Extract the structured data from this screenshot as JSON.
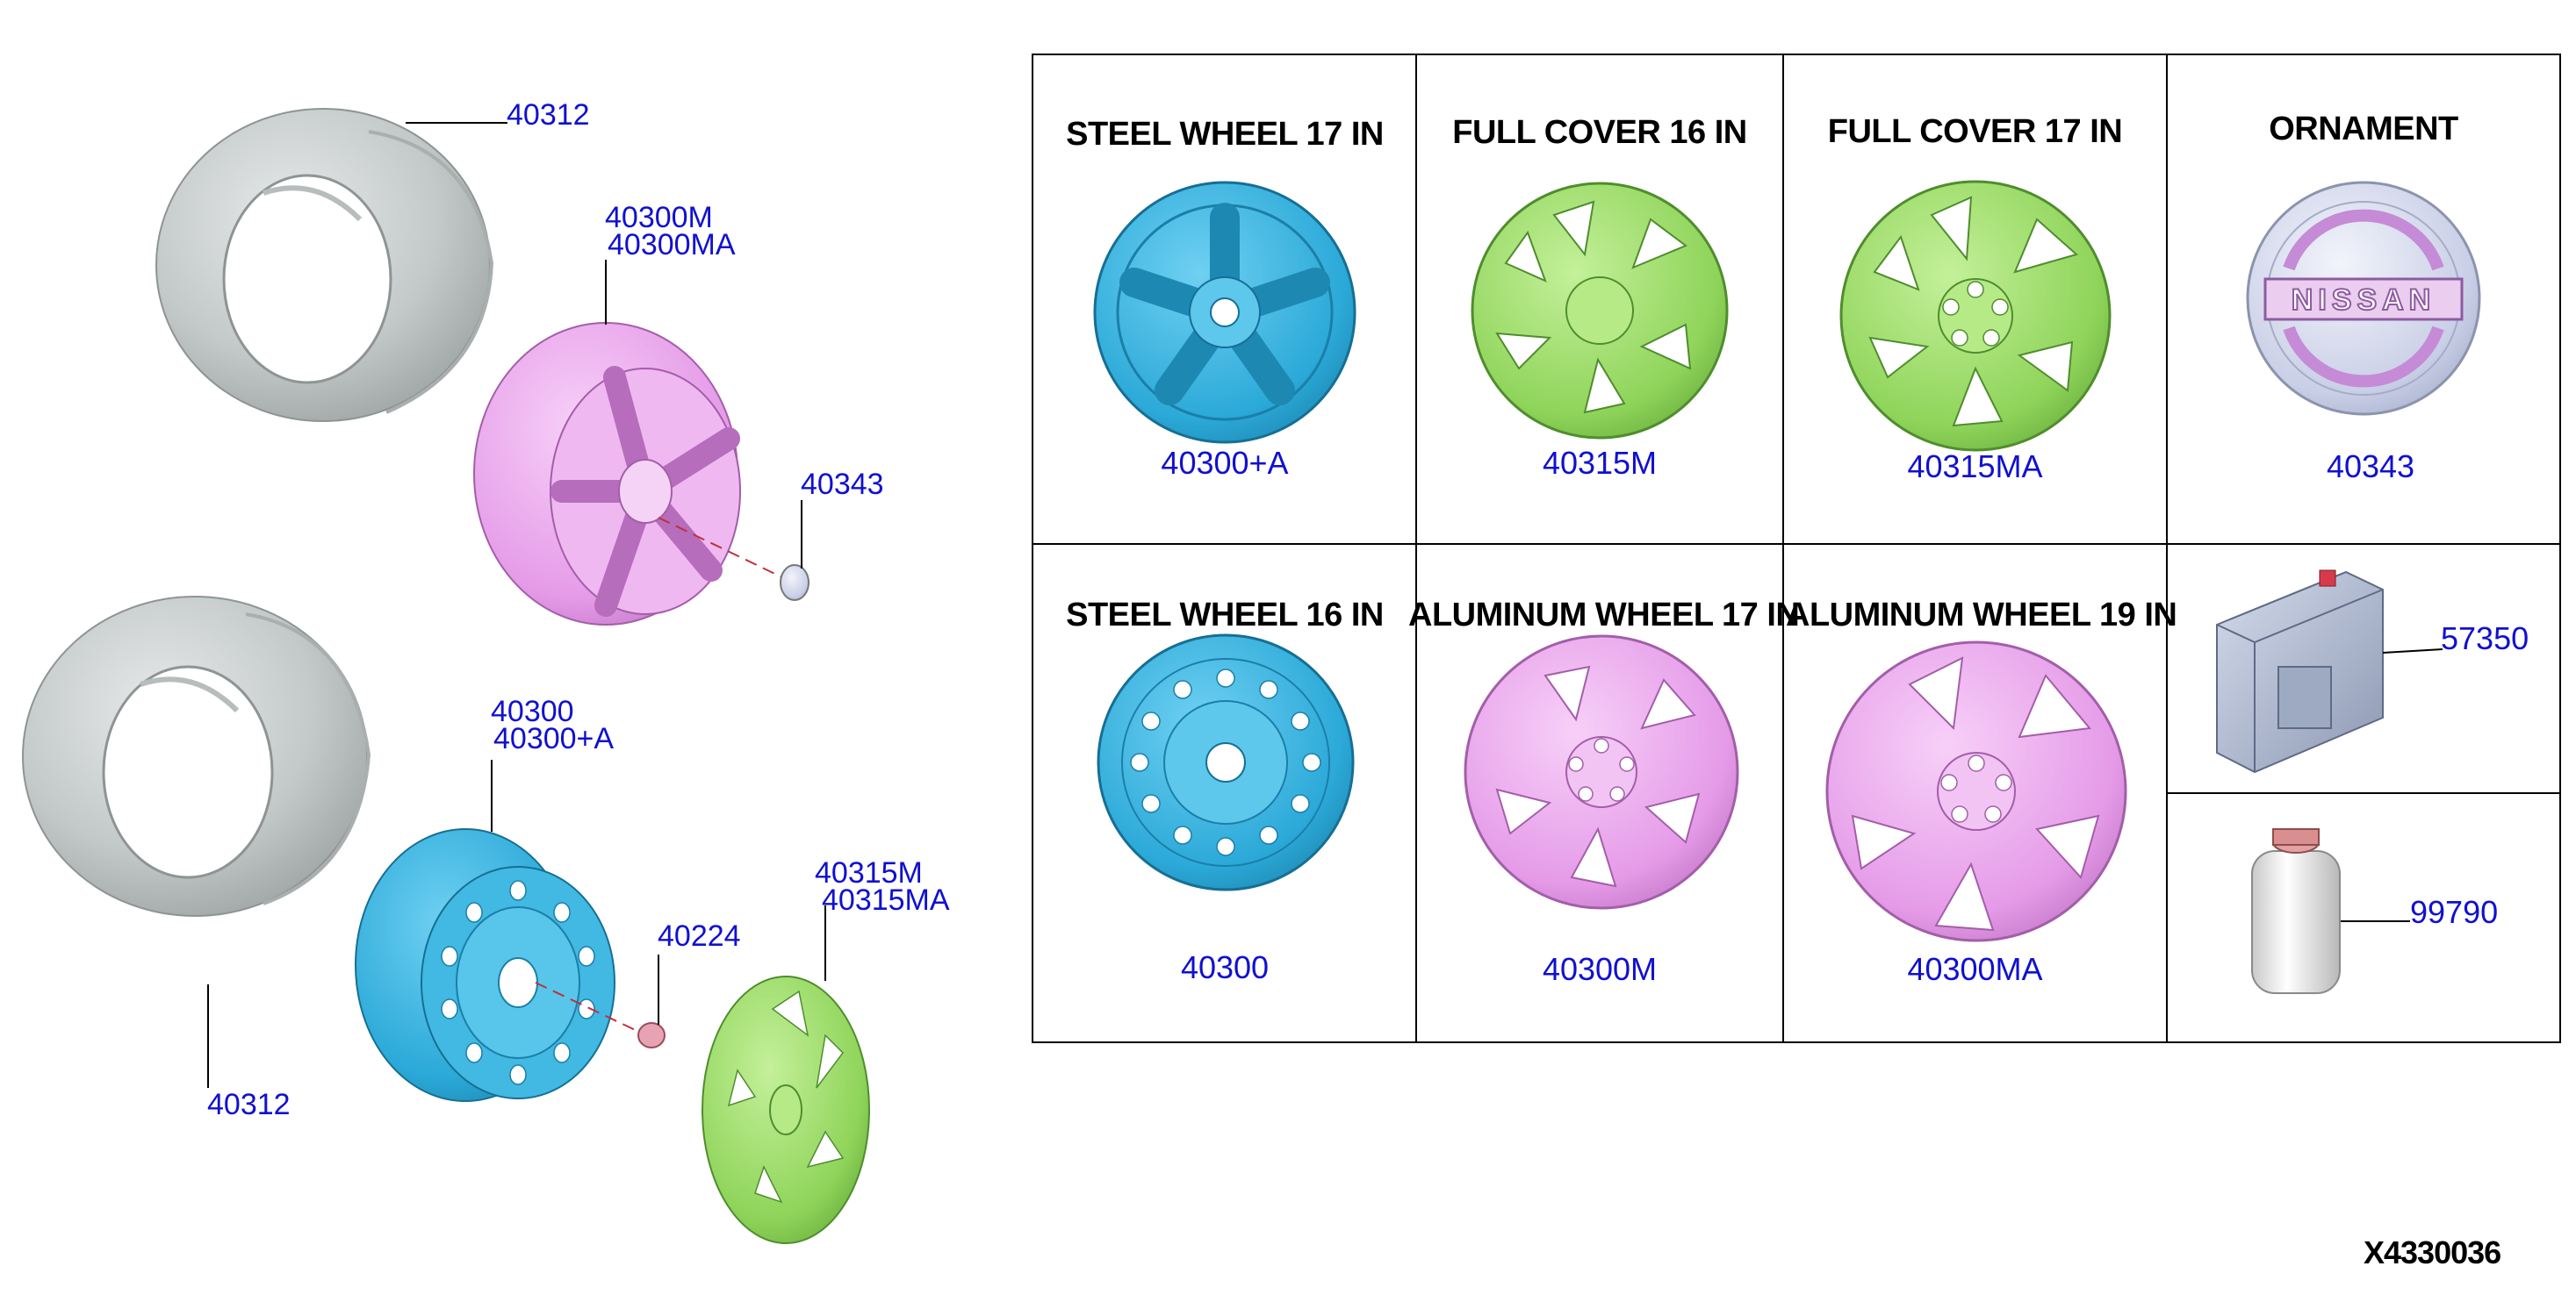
{
  "diagram": {
    "id": "X4330036",
    "colors": {
      "callout": "#1010d0",
      "tire": "#c3c8c8",
      "steel_wheel": "#2ba9d8",
      "full_cover": "#8fd45a",
      "aluminum_wheel": "#e59be8",
      "ornament": "#c9cfe6"
    },
    "exploded_view": {
      "callouts": {
        "tire_upper": "40312",
        "alloy_wheel_line1": "40300M",
        "alloy_wheel_line2": "40300MA",
        "ornament": "40343",
        "steel_wheel_line1": "40300",
        "steel_wheel_line2": "40300+A",
        "cap": "40224",
        "cover_line1": "40315M",
        "cover_line2": "40315MA",
        "tire_lower": "40312"
      }
    },
    "catalog": {
      "cells": [
        {
          "title": "STEEL WHEEL 17 IN",
          "part": "40300+A",
          "icon": "steel-wheel-17-icon"
        },
        {
          "title": "FULL COVER 16 IN",
          "part": "40315M",
          "icon": "full-cover-16-icon"
        },
        {
          "title": "FULL COVER 17 IN",
          "part": "40315MA",
          "icon": "full-cover-17-icon"
        },
        {
          "title": "ORNAMENT",
          "part": "40343",
          "icon": "ornament-badge-icon",
          "badge_text": "NISSAN"
        },
        {
          "title": "STEEL WHEEL 16 IN",
          "part": "40300",
          "icon": "steel-wheel-16-icon"
        },
        {
          "title": "ALUMINUM WHEEL 17 IN",
          "part": "40300M",
          "icon": "aluminum-wheel-17-icon"
        },
        {
          "title": "ALUMINUM WHEEL 19 IN",
          "part": "40300MA",
          "icon": "aluminum-wheel-19-icon"
        }
      ],
      "extras": [
        {
          "part": "57350",
          "icon": "tire-repair-kit-icon"
        },
        {
          "part": "99790",
          "icon": "sealant-bottle-icon"
        }
      ]
    }
  }
}
